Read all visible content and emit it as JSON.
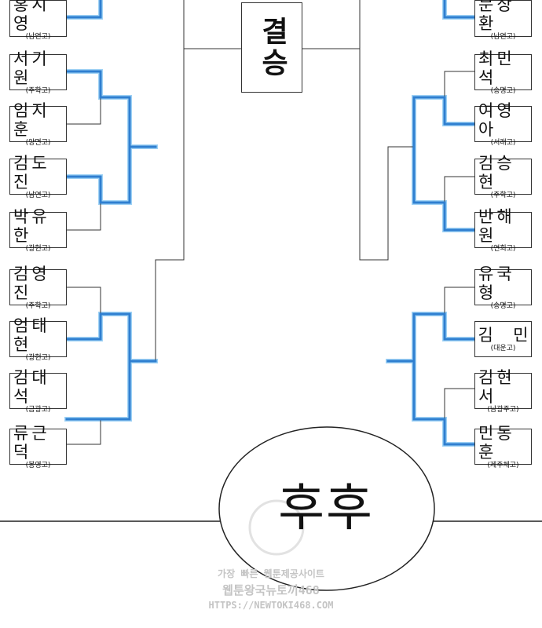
{
  "final_label": "결승",
  "left_players": [
    {
      "name": "홍시영",
      "school": "(남연고)"
    },
    {
      "name": "서기원",
      "school": "(주학고)"
    },
    {
      "name": "임지훈",
      "school": "(양면고)"
    },
    {
      "name": "김도진",
      "school": "(남연고)"
    },
    {
      "name": "박유한",
      "school": "(광현고)"
    },
    {
      "name": "김영진",
      "school": "(주학고)"
    },
    {
      "name": "엄태현",
      "school": "(광현고)"
    },
    {
      "name": "김대석",
      "school": "(금광고)"
    },
    {
      "name": "류근덕",
      "school": "(봉영고)"
    }
  ],
  "right_players": [
    {
      "name": "문상환",
      "school": "(남연고)"
    },
    {
      "name": "최민석",
      "school": "(송명고)"
    },
    {
      "name": "여영아",
      "school": "(서래고)"
    },
    {
      "name": "김승현",
      "school": "(주학고)"
    },
    {
      "name": "반해원",
      "school": "(연희고)"
    },
    {
      "name": "유국형",
      "school": "(송명고)"
    },
    {
      "name": "김  민",
      "school": "(대운고)"
    },
    {
      "name": "김현서",
      "school": "(남광주고)"
    },
    {
      "name": "민동훈",
      "school": "(제주체고)"
    }
  ],
  "bubble": {
    "text": "후후"
  },
  "watermark": {
    "line1": "가장 빠른 웹툰제공사이트",
    "line2": "웹툰왕국뉴토끼468",
    "line3": "HTTPS://NEWTOKI468.COM"
  },
  "colors": {
    "line": "#333333",
    "highlight": "#2f7fd0",
    "glow": "#9fd2f5"
  }
}
